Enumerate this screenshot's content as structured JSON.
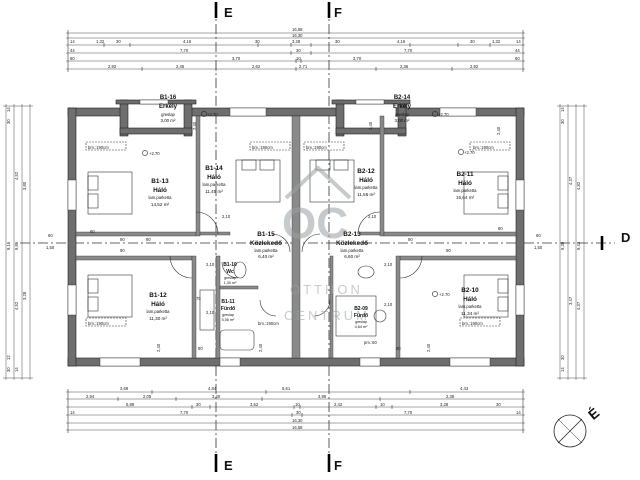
{
  "section_marks": {
    "e": "E",
    "f": "F",
    "d": "D"
  },
  "north": "É",
  "watermark": {
    "logo": "OC",
    "line1": "OTTHON",
    "line2": "CENTRUM"
  },
  "rooms": [
    {
      "code": "B1-16",
      "name": "Erkély",
      "floor": "greslap",
      "area": "3,00 m²"
    },
    {
      "code": "B2-14",
      "name": "Erkély",
      "floor": "greslap",
      "area": "3,00 m²"
    },
    {
      "code": "B1-13",
      "name": "Háló",
      "floor": "lam.parketta",
      "area": "14,52 m²"
    },
    {
      "code": "B1-14",
      "name": "Háló",
      "floor": "lam.parketta",
      "area": "11,45 m²"
    },
    {
      "code": "B2-12",
      "name": "Háló",
      "floor": "lam.parketta",
      "area": "11,55 m²"
    },
    {
      "code": "B2-11",
      "name": "Háló",
      "floor": "lam.parketta",
      "area": "15,64 m²"
    },
    {
      "code": "B1-15",
      "name": "Közlekedő",
      "floor": "lam.parketta",
      "area": "6,40 m²"
    },
    {
      "code": "B2-13",
      "name": "Közlekedő",
      "floor": "lam.parketta",
      "area": "6,60 m²"
    },
    {
      "code": "B1-12",
      "name": "Háló",
      "floor": "lam.parketta",
      "area": "11,30 m²"
    },
    {
      "code": "B1-10",
      "name": "Wc",
      "floor": "greslap",
      "area": "1,30 m²"
    },
    {
      "code": "B1-11",
      "name": "Fürdő",
      "floor": "greslap",
      "area": "5,06 m²"
    },
    {
      "code": "B2-09",
      "name": "Fürdő",
      "floor": "greslap",
      "area": "4,64 m²"
    },
    {
      "code": "B2-10",
      "name": "Háló",
      "floor": "lam.parketta",
      "area": "11,34 m²"
    }
  ],
  "annotations": {
    "bm": "bm.:190cm",
    "pm": "pm.:60",
    "level": "+2.70",
    "door90": "90",
    "door75": "75",
    "door60": "60",
    "door_h": "2,10",
    "win_sill": "2,40",
    "side_60": "60",
    "side_150": "1,50"
  },
  "dims_top": {
    "total_a": "16,58",
    "total_b": "16,30",
    "r1": [
      "14",
      "1,32",
      "30",
      "4,16",
      "30",
      "3,28",
      "30",
      "4,16",
      "30",
      "1,32",
      "14"
    ],
    "r2": [
      "44",
      "7,70",
      "30",
      "7,70",
      "44"
    ],
    "r3": [
      "60",
      "3,70",
      "10",
      "3,70",
      "60"
    ],
    "r4": [
      "2,92",
      "2,45",
      "2,62",
      "2,71",
      "2,36",
      "2,92"
    ]
  },
  "dims_bottom": {
    "total_a": "16,58",
    "total_b": "16,30",
    "r1": [
      "3,68",
      "4,84",
      "5,51",
      "4,43"
    ],
    "r2": [
      "2,94",
      "2,05",
      "3,40",
      "3,95",
      "2,38"
    ],
    "r3": [
      "5,88",
      "30",
      "3,52",
      "10",
      "2,42",
      "10",
      "3,28",
      "30"
    ],
    "r4": [
      "14",
      "7,70",
      "30",
      "7,70",
      "14"
    ]
  },
  "dims_left": [
    "14",
    "30",
    "3,80",
    "4,52",
    "9,16",
    "9,86",
    "3,28",
    "4,52",
    "12",
    "30",
    "14"
  ],
  "dims_right": [
    "14",
    "30",
    "4,37",
    "4,82",
    "9,30",
    "9,43",
    "3,47",
    "4,37",
    "30",
    "14"
  ]
}
